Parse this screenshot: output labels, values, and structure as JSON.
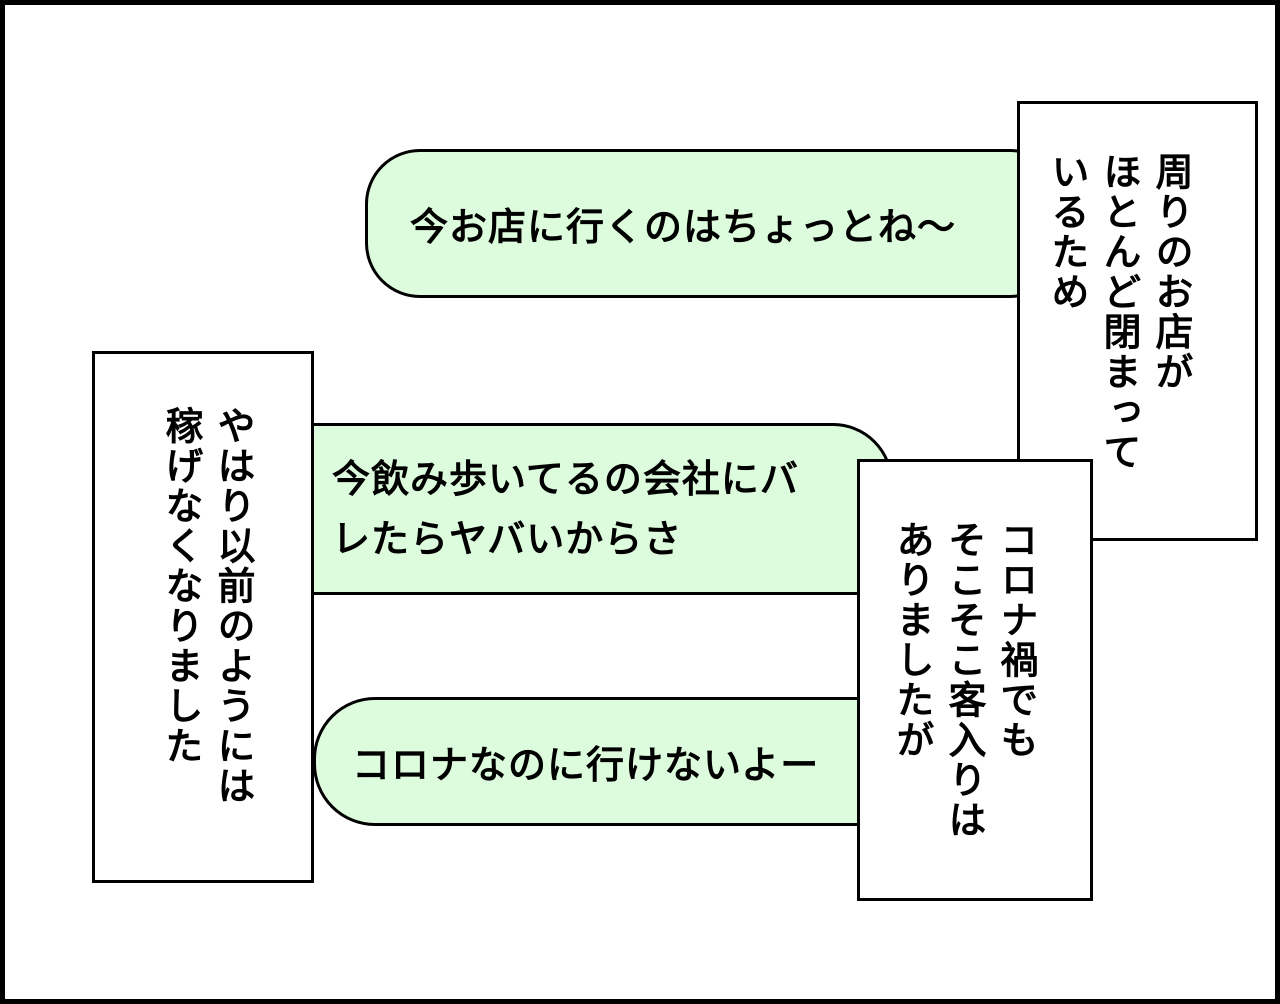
{
  "panel": {
    "style": {
      "bubble_fill": "#ddfcdd",
      "box_fill": "#ffffff",
      "outline": "#000000"
    },
    "speech_bubbles": [
      {
        "id": "top",
        "text": "今お店に行くのはちょっとね〜"
      },
      {
        "id": "middle",
        "text": "今飲み歩いてるの会社にバレたらヤバいからさ"
      },
      {
        "id": "bottom",
        "text": "コロナなのに行けないよー"
      }
    ],
    "narration_boxes": [
      {
        "id": "upper-right",
        "lines": [
          "周りのお店が",
          "ほとんど閉まって",
          "いるため"
        ]
      },
      {
        "id": "lower-right",
        "lines": [
          "コロナ禍でも",
          "そこそこ客入りは",
          "ありましたが"
        ]
      },
      {
        "id": "left",
        "lines": [
          "やはり以前のようには",
          "稼げなくなりました"
        ]
      }
    ]
  }
}
